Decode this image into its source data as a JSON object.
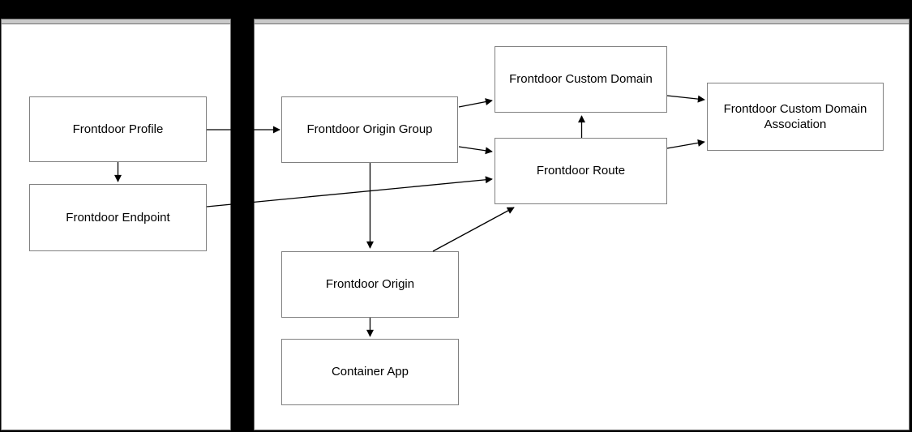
{
  "colors": {
    "background": "#000000",
    "panel_fill": "#ffffff",
    "panel_border": "#6f6f6f",
    "panel_titlebar": "#c9c9c9",
    "node_fill": "#ffffff",
    "node_border": "#808080",
    "arrow": "#000000",
    "text": "#000000"
  },
  "nodes": {
    "profile": {
      "label": "Frontdoor Profile"
    },
    "endpoint": {
      "label": "Frontdoor Endpoint"
    },
    "origin_group": {
      "label": "Frontdoor Origin Group"
    },
    "custom_domain": {
      "label": "Frontdoor Custom Domain"
    },
    "route": {
      "label": "Frontdoor Route"
    },
    "custom_domain_association": {
      "label": "Frontdoor Custom Domain Association"
    },
    "origin": {
      "label": "Frontdoor Origin"
    },
    "container_app": {
      "label": "Container App"
    }
  },
  "edges": [
    {
      "from": "Frontdoor Profile",
      "to": "Frontdoor Endpoint"
    },
    {
      "from": "Frontdoor Profile",
      "to": "Frontdoor Origin Group"
    },
    {
      "from": "Frontdoor Origin Group",
      "to": "Frontdoor Custom Domain"
    },
    {
      "from": "Frontdoor Origin Group",
      "to": "Frontdoor Route"
    },
    {
      "from": "Frontdoor Origin Group",
      "to": "Frontdoor Origin"
    },
    {
      "from": "Frontdoor Endpoint",
      "to": "Frontdoor Route"
    },
    {
      "from": "Frontdoor Route",
      "to": "Frontdoor Custom Domain"
    },
    {
      "from": "Frontdoor Custom Domain",
      "to": "Frontdoor Custom Domain Association"
    },
    {
      "from": "Frontdoor Route",
      "to": "Frontdoor Custom Domain Association"
    },
    {
      "from": "Frontdoor Origin",
      "to": "Frontdoor Route"
    },
    {
      "from": "Frontdoor Origin",
      "to": "Container App"
    }
  ]
}
